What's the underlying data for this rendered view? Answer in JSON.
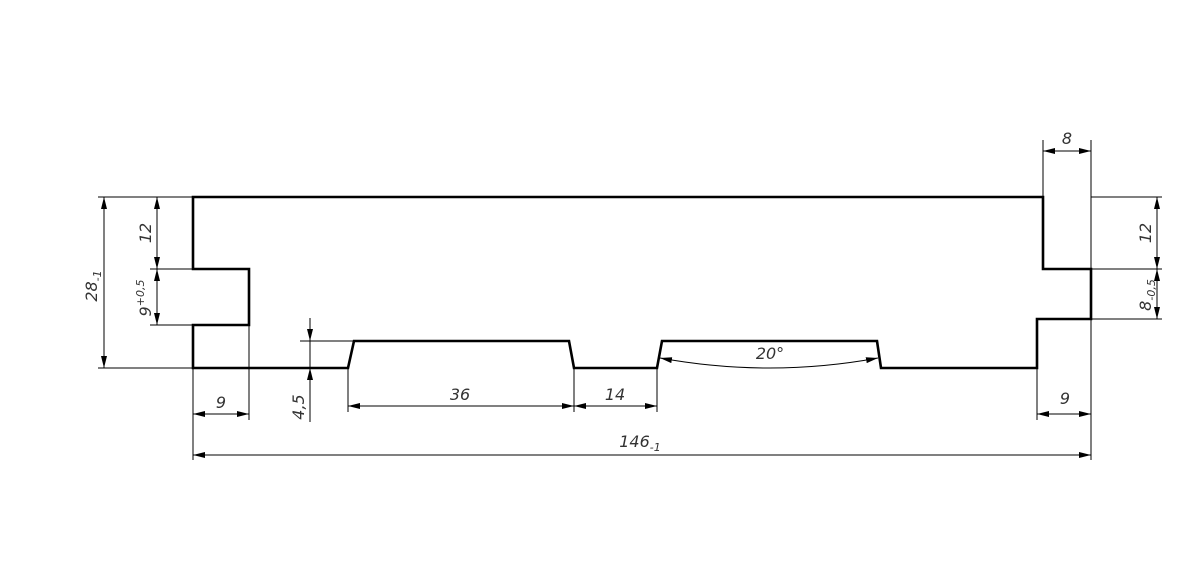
{
  "drawing": {
    "dimensions": {
      "total_height": "28",
      "total_height_tol": "-1",
      "left_top": "12",
      "left_groove": "9",
      "left_groove_tol": "+0,5",
      "left_groove_depth": "9",
      "rib_height": "4,5",
      "rib_width": "36",
      "gap_width": "14",
      "angle": "20°",
      "total_width": "146",
      "total_width_tol": "-1",
      "right_tongue_width": "8",
      "right_top": "12",
      "right_tongue": "8",
      "right_tongue_tol": "-0,5",
      "right_bottom_offset": "9"
    }
  }
}
